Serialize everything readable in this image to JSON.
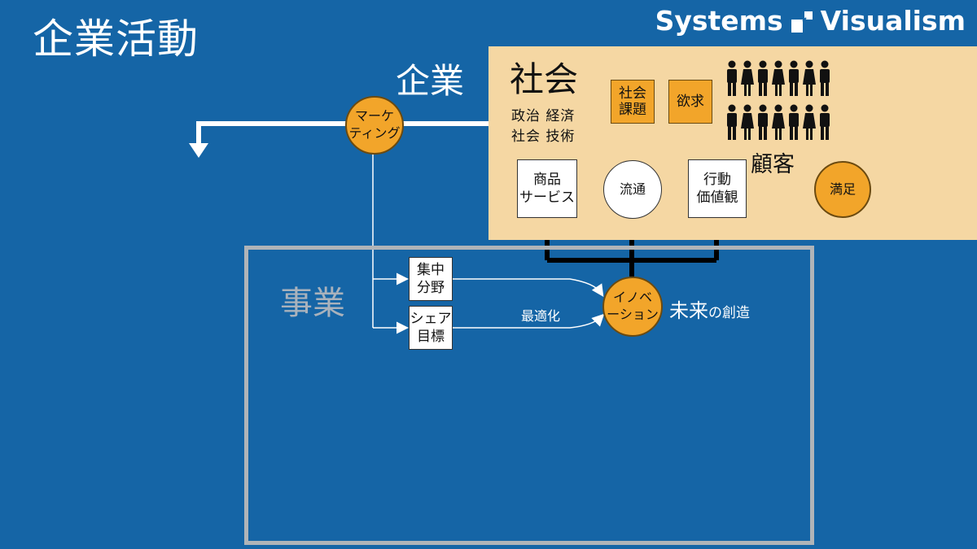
{
  "title": "企業活動",
  "brand": {
    "left": "Systems",
    "right": "Visualism"
  },
  "labels": {
    "company": "企業",
    "society": "社会",
    "factors_line1": "政治 経済",
    "factors_line2": "社会 技術",
    "customer": "顧客",
    "business": "事業",
    "optimize": "最適化",
    "future_big": "未来",
    "future_small": "の創造"
  },
  "society_boxes": {
    "social_issue": [
      "社会",
      "課題"
    ],
    "desire": "欲求"
  },
  "flow": {
    "product": [
      "商品",
      "サービス"
    ],
    "distribution": "流通",
    "behavior": [
      "行動",
      "価値観"
    ],
    "satisfaction": "満足"
  },
  "marketing": [
    "マーケ",
    "ティング"
  ],
  "innovation": [
    "イノベ",
    "ーション"
  ],
  "business_boxes": {
    "focus": [
      "集中",
      "分野"
    ],
    "share": [
      "シェア",
      "目標"
    ]
  },
  "people_count": 14,
  "colors": {
    "background": "#1565a6",
    "society": "#f5d7a3",
    "accent_orange": "#f2a52a",
    "frame_gray": "#b0b4b8"
  },
  "icons": [
    "logo-icon",
    "person-icon"
  ]
}
